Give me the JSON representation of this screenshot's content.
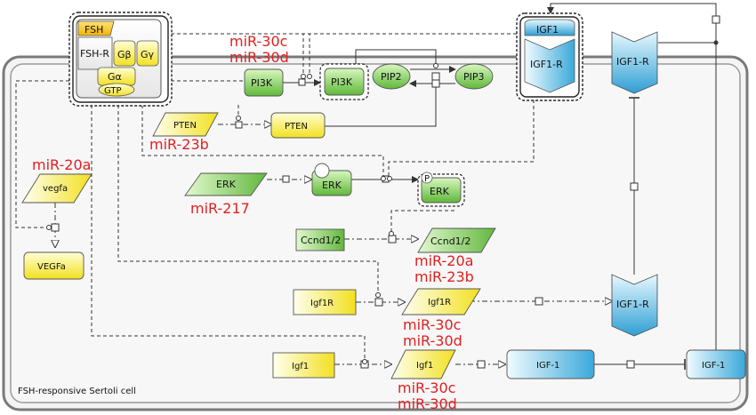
{
  "cell": {
    "label": "FSH-responsive Sertoli cell"
  },
  "complex_fsh": {
    "fsh": "FSH",
    "fshr": "FSH-R",
    "gb": "Gβ",
    "gg": "Gγ",
    "ga": "Gα",
    "gtp": "GTP"
  },
  "complex_igf": {
    "igf1": "IGF1",
    "igf1r": "IGF1-R"
  },
  "nodes": {
    "pi3k_a": "PI3K",
    "pi3k_b": "PI3K",
    "pip2": "PIP2",
    "pip3": "PIP3",
    "pten_gene": "PTEN",
    "pten": "PTEN",
    "erk_gene": "ERK",
    "erk": "ERK",
    "erk_p": "ERK",
    "phospho": "P",
    "vegfa_gene": "vegfa",
    "vegfa": "VEGFa",
    "ccnd_gene": "Ccnd1/2",
    "ccnd_mrna": "Ccnd1/2",
    "igf1r_gene": "Igf1R",
    "igf1r_mrna": "Igf1R",
    "igf1_gene": "Igf1",
    "igf1_mrna": "Igf1",
    "igf1_protein": "IGF-1",
    "igf1_extracellular": "IGF-1",
    "igf1r_top": "IGF1-R",
    "igf1r_bottom": "IGF1-R"
  },
  "mirnas": {
    "mir30c_top": "miR-30c",
    "mir30d_top": "miR-30d",
    "mir23b_a": "miR-23b",
    "mir20a_a": "miR-20a",
    "mir217": "miR-217",
    "mir20a_b": "miR-20a",
    "mir23b_b": "miR-23b",
    "mir30c_b": "miR-30c",
    "mir30d_b": "miR-30d",
    "mir30c_c": "miR-30c",
    "mir30d_c": "miR-30d"
  },
  "colors": {
    "green_light": "#c6f0a4",
    "green_dark": "#5fb83a",
    "yellow_light": "#ffffc0",
    "yellow_dark": "#f2e020",
    "blue_light": "#dff5ff",
    "blue_dark": "#34a6d8",
    "mirna_red": "#e02020"
  }
}
